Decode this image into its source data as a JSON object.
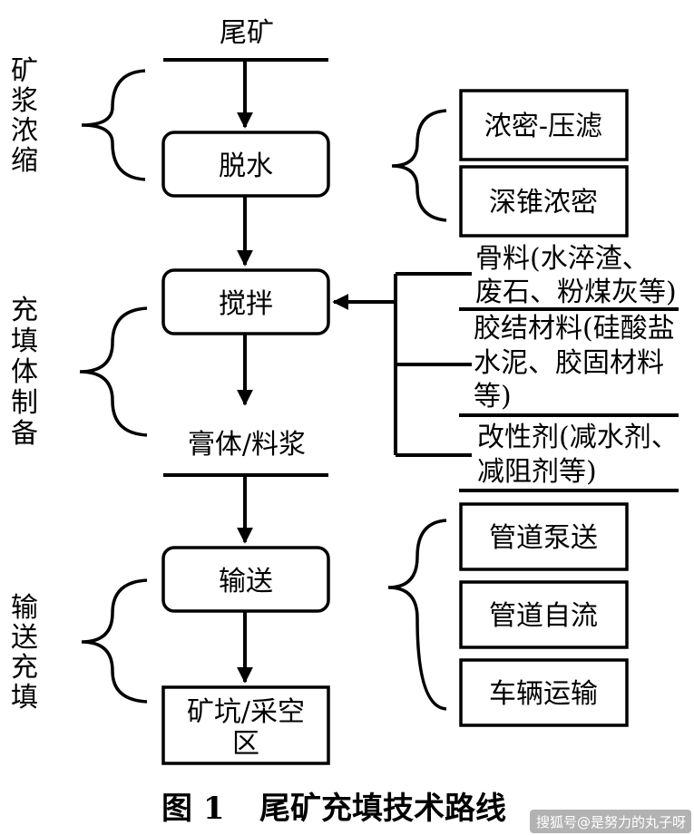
{
  "diagram": {
    "top_label": "尾矿",
    "phases": {
      "thicken": [
        "矿",
        "浆",
        "浓",
        "缩"
      ],
      "prepare": [
        "充",
        "填",
        "体",
        "制",
        "备"
      ],
      "deliver": [
        "输",
        "送",
        "充",
        "填"
      ]
    },
    "steps": {
      "dewater": "脱水",
      "mix": "搅拌",
      "paste": "膏体/料浆",
      "transport": "输送",
      "stope_line1": "矿坑/采空",
      "stope_line2": "区"
    },
    "dewater_methods": [
      "浓密-压滤",
      "深锥浓密"
    ],
    "materials": {
      "aggregate": [
        "骨料(水淬渣、",
        "废石、粉煤灰等)"
      ],
      "binder": [
        "胶结材料(硅酸盐",
        "水泥、胶固材料",
        "等)"
      ],
      "modifier": [
        "改性剂(减水剂、",
        "减阻剂等)"
      ]
    },
    "transport_methods": [
      "管道泵送",
      "管道自流",
      "车辆运输"
    ]
  },
  "caption": {
    "figure_no": "图 1",
    "title": "尾矿充填技术路线"
  },
  "watermark": "搜狐号@是努力的丸子呀"
}
